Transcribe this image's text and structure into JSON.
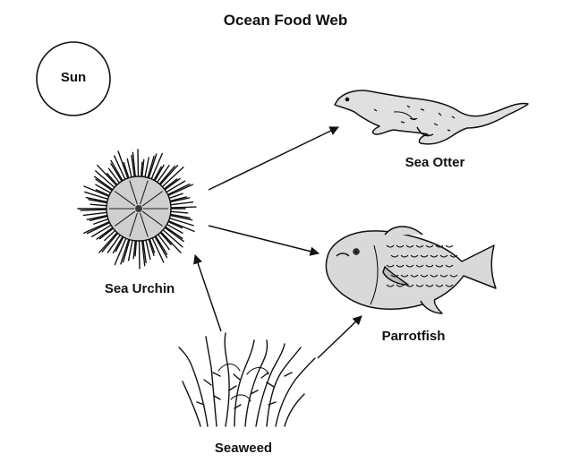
{
  "diagram": {
    "title": "Ocean Food Web",
    "nodes": [
      {
        "id": "sun",
        "label": "Sun",
        "icon": "sun-circle"
      },
      {
        "id": "sea_otter",
        "label": "Sea Otter",
        "icon": "sea-otter-drawing"
      },
      {
        "id": "sea_urchin",
        "label": "Sea Urchin",
        "icon": "sea-urchin-drawing"
      },
      {
        "id": "parrotfish",
        "label": "Parrotfish",
        "icon": "parrotfish-drawing"
      },
      {
        "id": "seaweed",
        "label": "Seaweed",
        "icon": "seaweed-drawing"
      }
    ],
    "edges": [
      {
        "from": "sea_urchin",
        "to": "sea_otter"
      },
      {
        "from": "sea_urchin",
        "to": "parrotfish"
      },
      {
        "from": "seaweed",
        "to": "sea_urchin"
      },
      {
        "from": "seaweed",
        "to": "parrotfish"
      }
    ],
    "colors": {
      "stroke": "#111111",
      "fill_light": "#d9d9d9",
      "fill_dark": "#3a3a3a",
      "background": "#ffffff"
    }
  }
}
